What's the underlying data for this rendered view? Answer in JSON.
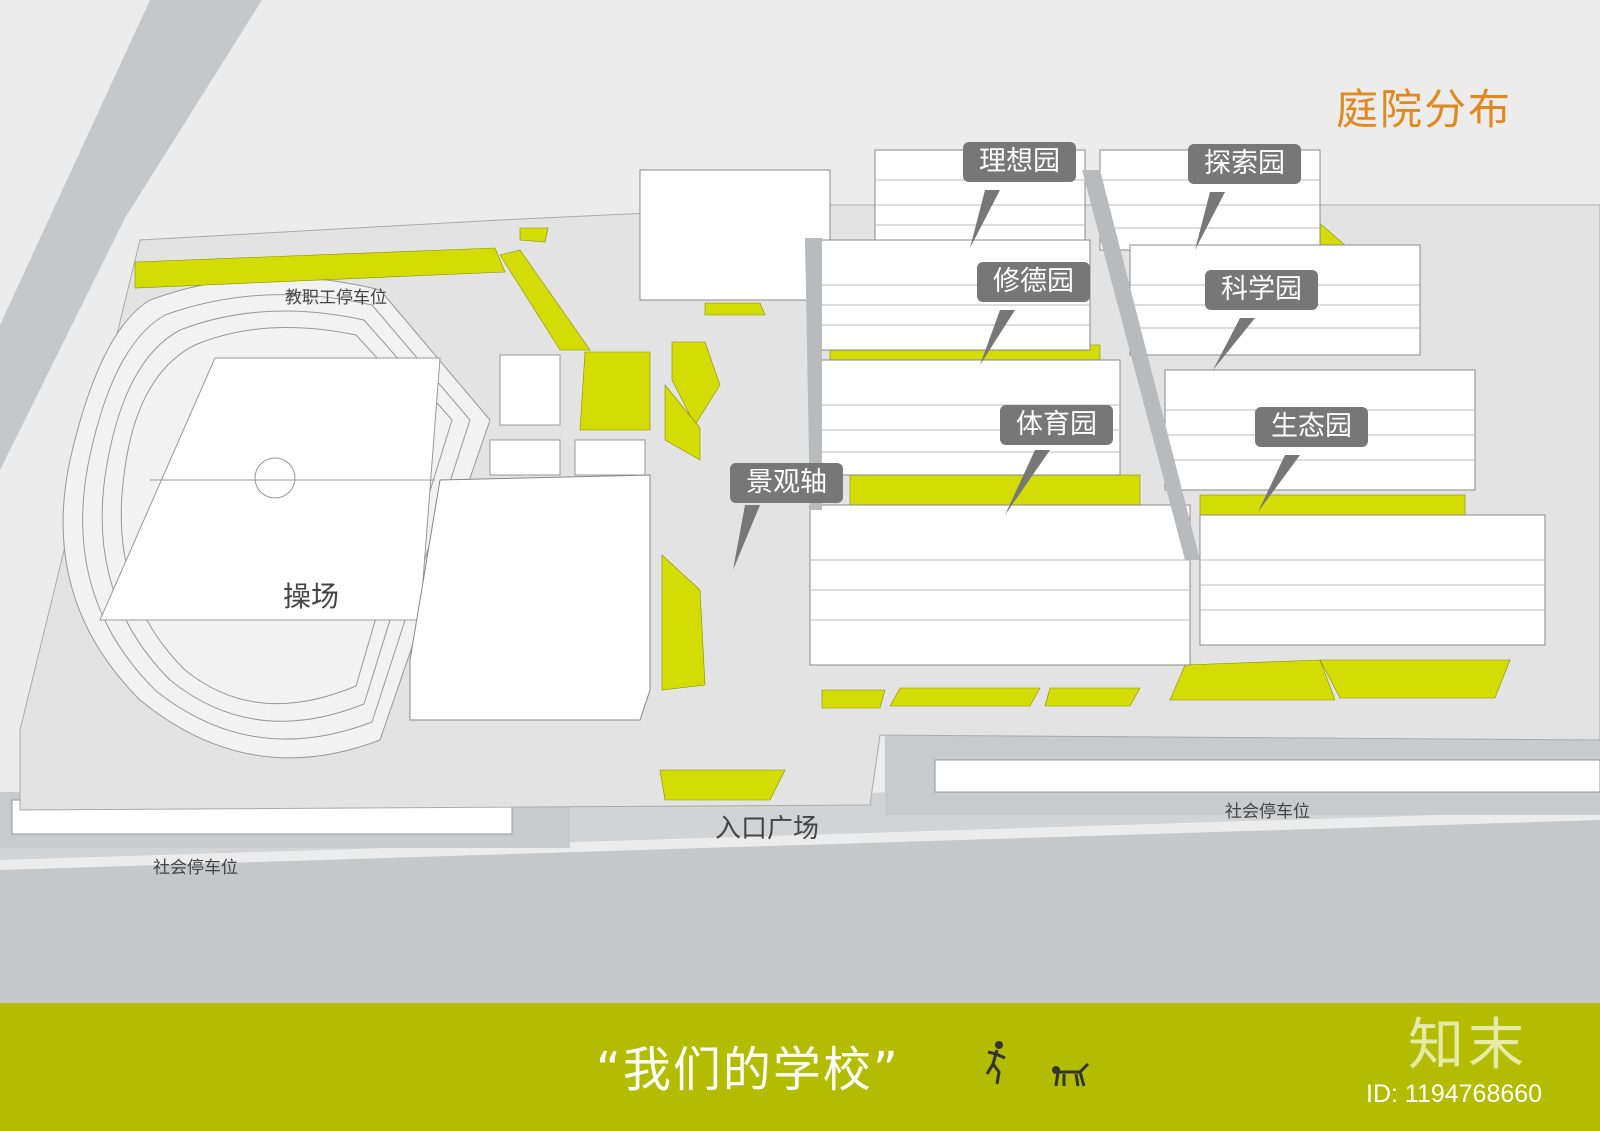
{
  "header": {
    "title": "庭院分布"
  },
  "gardens": [
    {
      "id": "lixiang",
      "label": "理想园"
    },
    {
      "id": "tansuo",
      "label": "探索园"
    },
    {
      "id": "xiude",
      "label": "修德园"
    },
    {
      "id": "kexue",
      "label": "科学园"
    },
    {
      "id": "tiyu",
      "label": "体育园"
    },
    {
      "id": "shengtai",
      "label": "生态园"
    },
    {
      "id": "jingguan",
      "label": "景观轴"
    }
  ],
  "site_labels": {
    "staff_parking": "教职工停车位",
    "playground": "操场",
    "entrance": "入口广场",
    "public_parking_left": "社会停车位",
    "public_parking_right": "社会停车位"
  },
  "footer": {
    "slogan": "“我们的学校”",
    "brand": "知末",
    "id": "ID: 1194768660"
  },
  "colors": {
    "background": "#ececec",
    "road": "#c6c7c9",
    "building": "#ffffff",
    "green": "#d3dc05",
    "callout": "#777777",
    "title": "#e08a1e",
    "footer": "#b3bc00"
  }
}
